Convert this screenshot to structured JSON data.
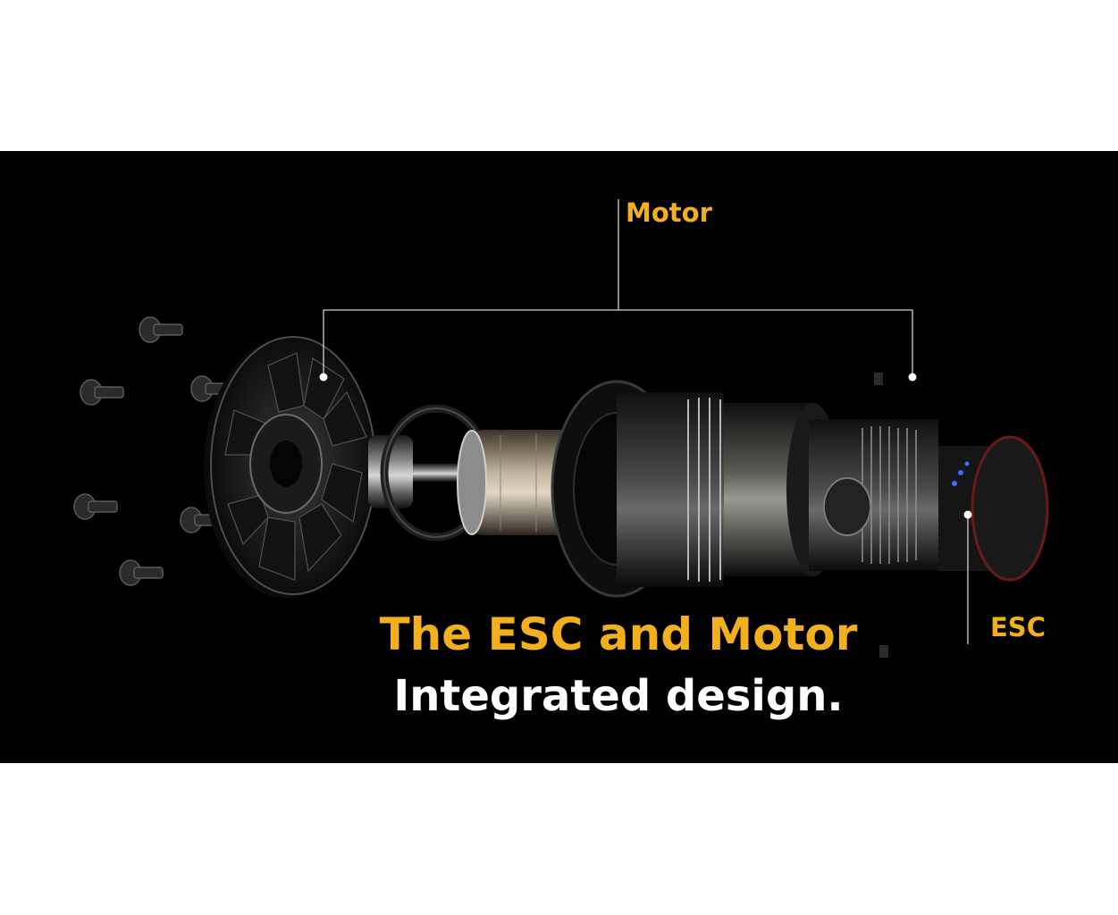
{
  "callouts": {
    "motor_label": "Motor",
    "esc_label": "ESC"
  },
  "headline": {
    "line1": "The ESC and Motor",
    "line2": "Integrated design."
  },
  "colors": {
    "background": "#000000",
    "accent": "#f2b01e",
    "headline_secondary": "#ffffff",
    "callout_line": "#cfcfcf"
  }
}
